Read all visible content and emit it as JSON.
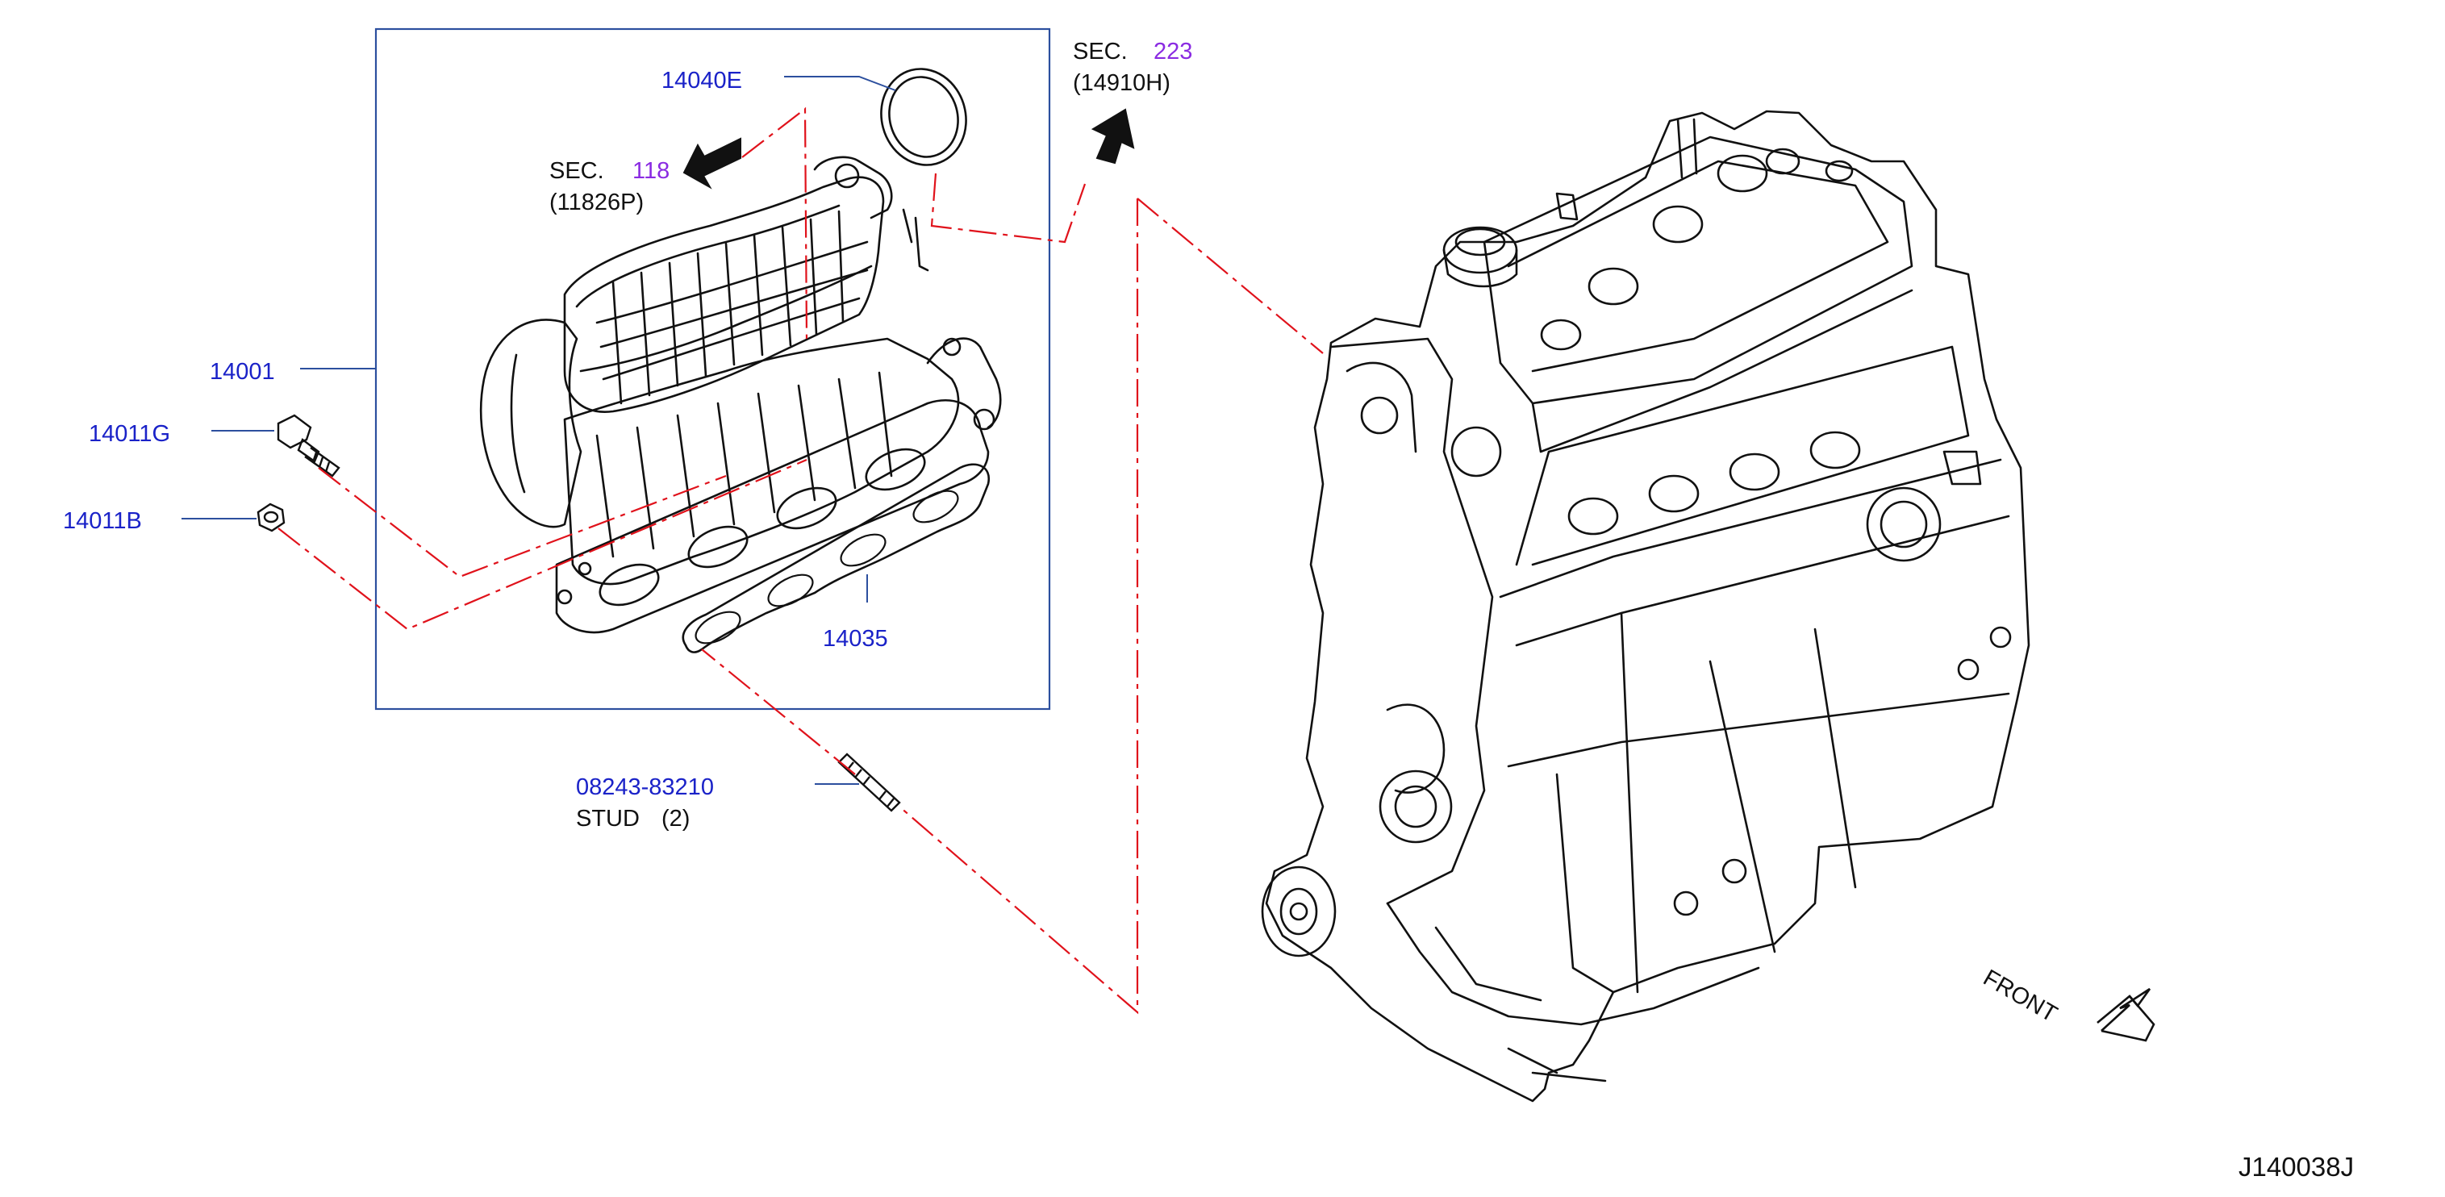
{
  "parts": {
    "p14040E": "14040E",
    "p14001": "14001",
    "p14011G": "14011G",
    "p14011B": "14011B",
    "p14035": "14035",
    "stud_number": "08243-83210",
    "stud_name": "STUD",
    "stud_qty": "(2)"
  },
  "sections": {
    "sec118": {
      "prefix": "SEC.",
      "number": "118",
      "part": "(11826P)"
    },
    "sec223": {
      "prefix": "SEC.",
      "number": "223",
      "part": "(14910H)"
    }
  },
  "front_label": "FRONT",
  "diagram_id": "J140038J",
  "colors": {
    "part_number": "#1a22c8",
    "section_link": "#8a2be2",
    "leader_dash": "#e0121b",
    "frame": "#2c4f9e",
    "linework": "#111111"
  }
}
